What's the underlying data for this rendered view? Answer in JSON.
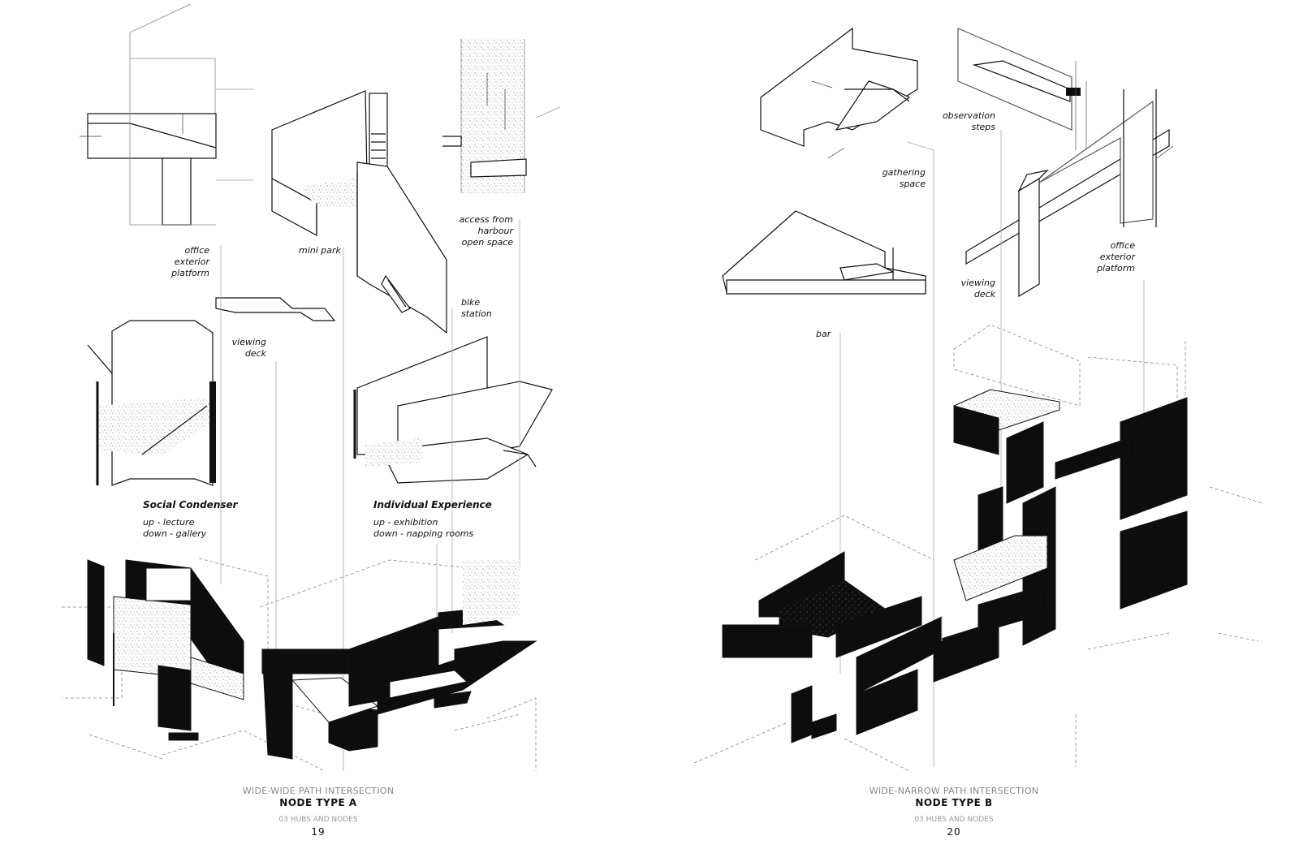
{
  "pages": [
    {
      "subtitle": "WIDE-WIDE PATH INTERSECTION",
      "title": "NODE TYPE A",
      "section": "03 HUBS AND NODES",
      "page_number": "19",
      "labels": {
        "office_platform": "office\nexterior\nplatform",
        "mini_park": "mini park",
        "access": "access from\nharbour\nopen space",
        "bike": "bike\nstation",
        "viewing_deck": "viewing\ndeck",
        "social_title": "Social Condenser",
        "social_desc": "up - lecture\ndown - gallery",
        "individual_title": "Individual Experience",
        "individual_desc": "up - exhibition\ndown - napping rooms"
      }
    },
    {
      "subtitle": "WIDE-NARROW PATH INTERSECTION",
      "title": "NODE TYPE B",
      "section": "03 HUBS AND NODES",
      "page_number": "20",
      "labels": {
        "observation": "observation\nsteps",
        "gathering": "gathering\nspace",
        "office_platform": "office\nexterior\nplatform",
        "viewing_deck": "viewing\ndeck",
        "bar": "bar"
      }
    }
  ]
}
